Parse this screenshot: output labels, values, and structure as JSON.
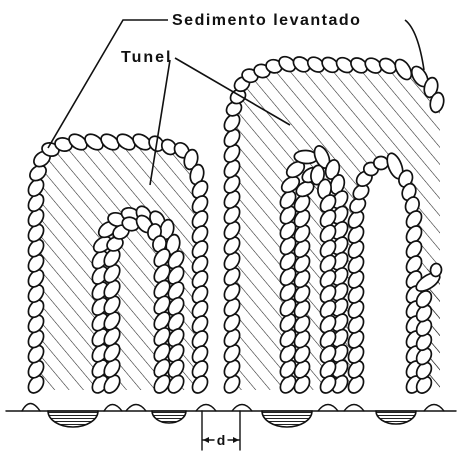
{
  "labels": {
    "sediment": "Sedimento levantado",
    "tunnel": "Tunel",
    "dimension": "d"
  },
  "colors": {
    "ink": "#111111",
    "background": "#ffffff"
  }
}
